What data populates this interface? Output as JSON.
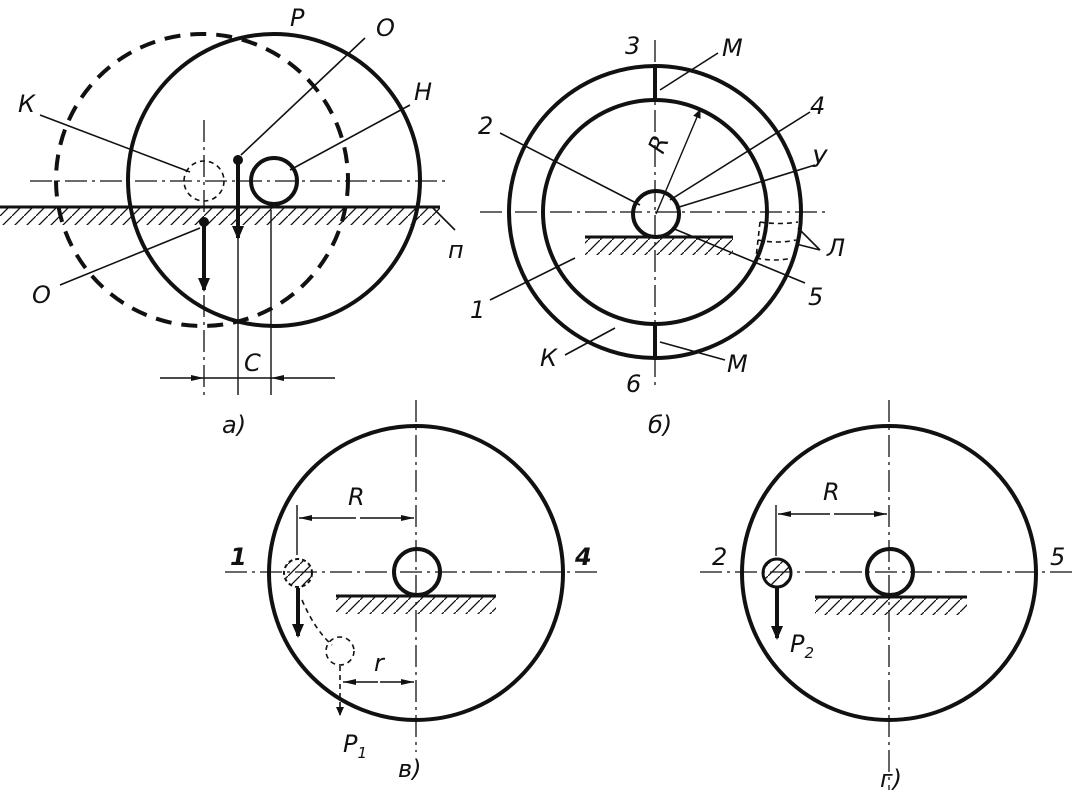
{
  "figure_a": {
    "label_P": "Р",
    "label_O_top": "О",
    "label_K": "К",
    "label_H": "Н",
    "label_n": "п",
    "label_O_bottom": "О",
    "label_C": "С",
    "caption": "а)"
  },
  "figure_b": {
    "label_3": "3",
    "label_M_top": "М",
    "label_2": "2",
    "label_4": "4",
    "label_Y": "У",
    "label_R": "R",
    "label_L": "Л",
    "label_5": "5",
    "label_1": "1",
    "label_K": "К",
    "label_M_bottom": "М",
    "label_6": "6",
    "caption": "б)"
  },
  "figure_v": {
    "label_1": "1",
    "label_R": "R",
    "label_4": "4",
    "label_r": "r",
    "label_P1": "P",
    "label_P1_sub": "1",
    "caption": "в)"
  },
  "figure_g": {
    "label_2": "2",
    "label_R": "R",
    "label_5": "5",
    "label_P2": "P",
    "label_P2_sub": "2",
    "caption": "г)"
  }
}
